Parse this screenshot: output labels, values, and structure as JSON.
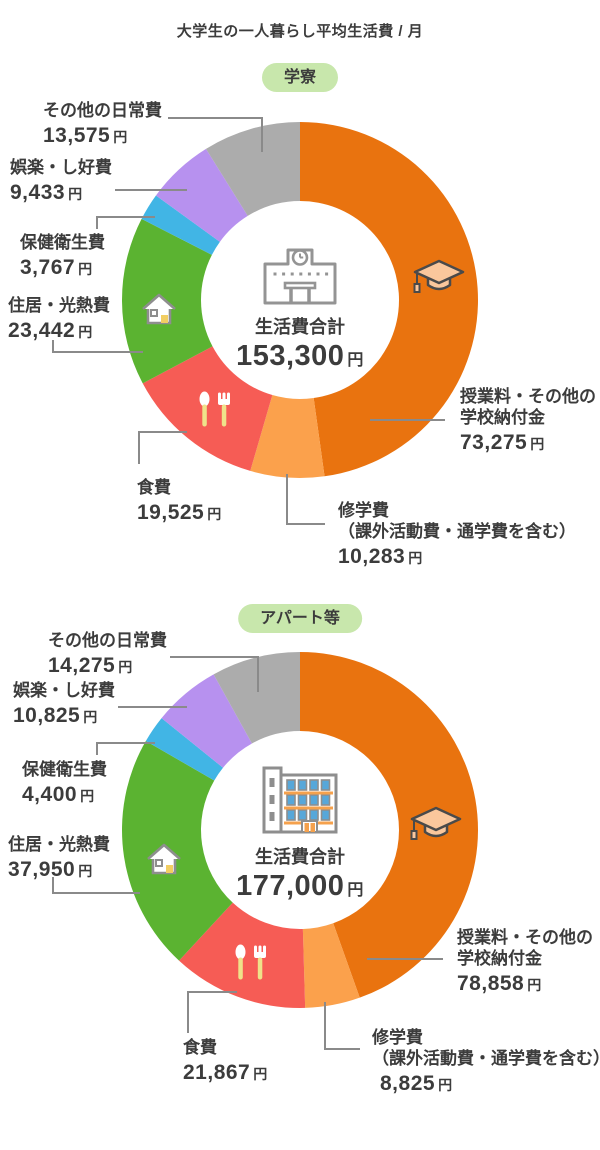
{
  "page": {
    "title": "大学生の一人暮らし平均生活費 / 月"
  },
  "chart_data": [
    {
      "type": "donut",
      "group_label": "学寮",
      "unit": "円",
      "start_angle_deg": 0,
      "direction": "clockwise",
      "legend_position": "around",
      "center": {
        "caption": "生活費合計",
        "total": 153300,
        "total_display": "153,300",
        "icon": "school-building-icon"
      },
      "segments": [
        {
          "label": "授業料・その他の学校納付金",
          "line1": "授業料・その他の",
          "line2": "学校納付金",
          "value": 73275,
          "display": "73,275",
          "color": "#E9730F",
          "icon": "graduation-cap-icon"
        },
        {
          "label": "修学費（課外活動費・通学費を含む）",
          "line1": "修学費",
          "line2": "（課外活動費・通学費を含む）",
          "value": 10283,
          "display": "10,283",
          "color": "#FBA14C"
        },
        {
          "label": "食費",
          "line1": "食費",
          "value": 19525,
          "display": "19,525",
          "color": "#F65C55",
          "icon": "cutlery-icon"
        },
        {
          "label": "住居・光熱費",
          "line1": "住居・光熱費",
          "value": 23442,
          "display": "23,442",
          "color": "#5BB331",
          "icon": "house-icon"
        },
        {
          "label": "保健衛生費",
          "line1": "保健衛生費",
          "value": 3767,
          "display": "3,767",
          "color": "#41B5E5"
        },
        {
          "label": "娯楽・し好費",
          "line1": "娯楽・し好費",
          "value": 9433,
          "display": "9,433",
          "color": "#B791EF"
        },
        {
          "label": "その他の日常費",
          "line1": "その他の日常費",
          "value": 13575,
          "display": "13,575",
          "color": "#ACACAC"
        }
      ]
    },
    {
      "type": "donut",
      "group_label": "アパート等",
      "unit": "円",
      "start_angle_deg": 0,
      "direction": "clockwise",
      "legend_position": "around",
      "center": {
        "caption": "生活費合計",
        "total": 177000,
        "total_display": "177,000",
        "icon": "apartment-building-icon"
      },
      "segments": [
        {
          "label": "授業料・その他の学校納付金",
          "line1": "授業料・その他の",
          "line2": "学校納付金",
          "value": 78858,
          "display": "78,858",
          "color": "#E9730F",
          "icon": "graduation-cap-icon"
        },
        {
          "label": "修学費（課外活動費・通学費を含む）",
          "line1": "修学費",
          "line2": "（課外活動費・通学費を含む）",
          "value": 8825,
          "display": "8,825",
          "color": "#FBA14C"
        },
        {
          "label": "食費",
          "line1": "食費",
          "value": 21867,
          "display": "21,867",
          "color": "#F65C55",
          "icon": "cutlery-icon"
        },
        {
          "label": "住居・光熱費",
          "line1": "住居・光熱費",
          "value": 37950,
          "display": "37,950",
          "color": "#5BB331",
          "icon": "house-icon"
        },
        {
          "label": "保健衛生費",
          "line1": "保健衛生費",
          "value": 4400,
          "display": "4,400",
          "color": "#41B5E5"
        },
        {
          "label": "娯楽・し好費",
          "line1": "娯楽・し好費",
          "value": 10825,
          "display": "10,825",
          "color": "#B791EF"
        },
        {
          "label": "その他の日常費",
          "line1": "その他の日常費",
          "value": 14275,
          "display": "14,275",
          "color": "#ACACAC"
        }
      ]
    }
  ]
}
